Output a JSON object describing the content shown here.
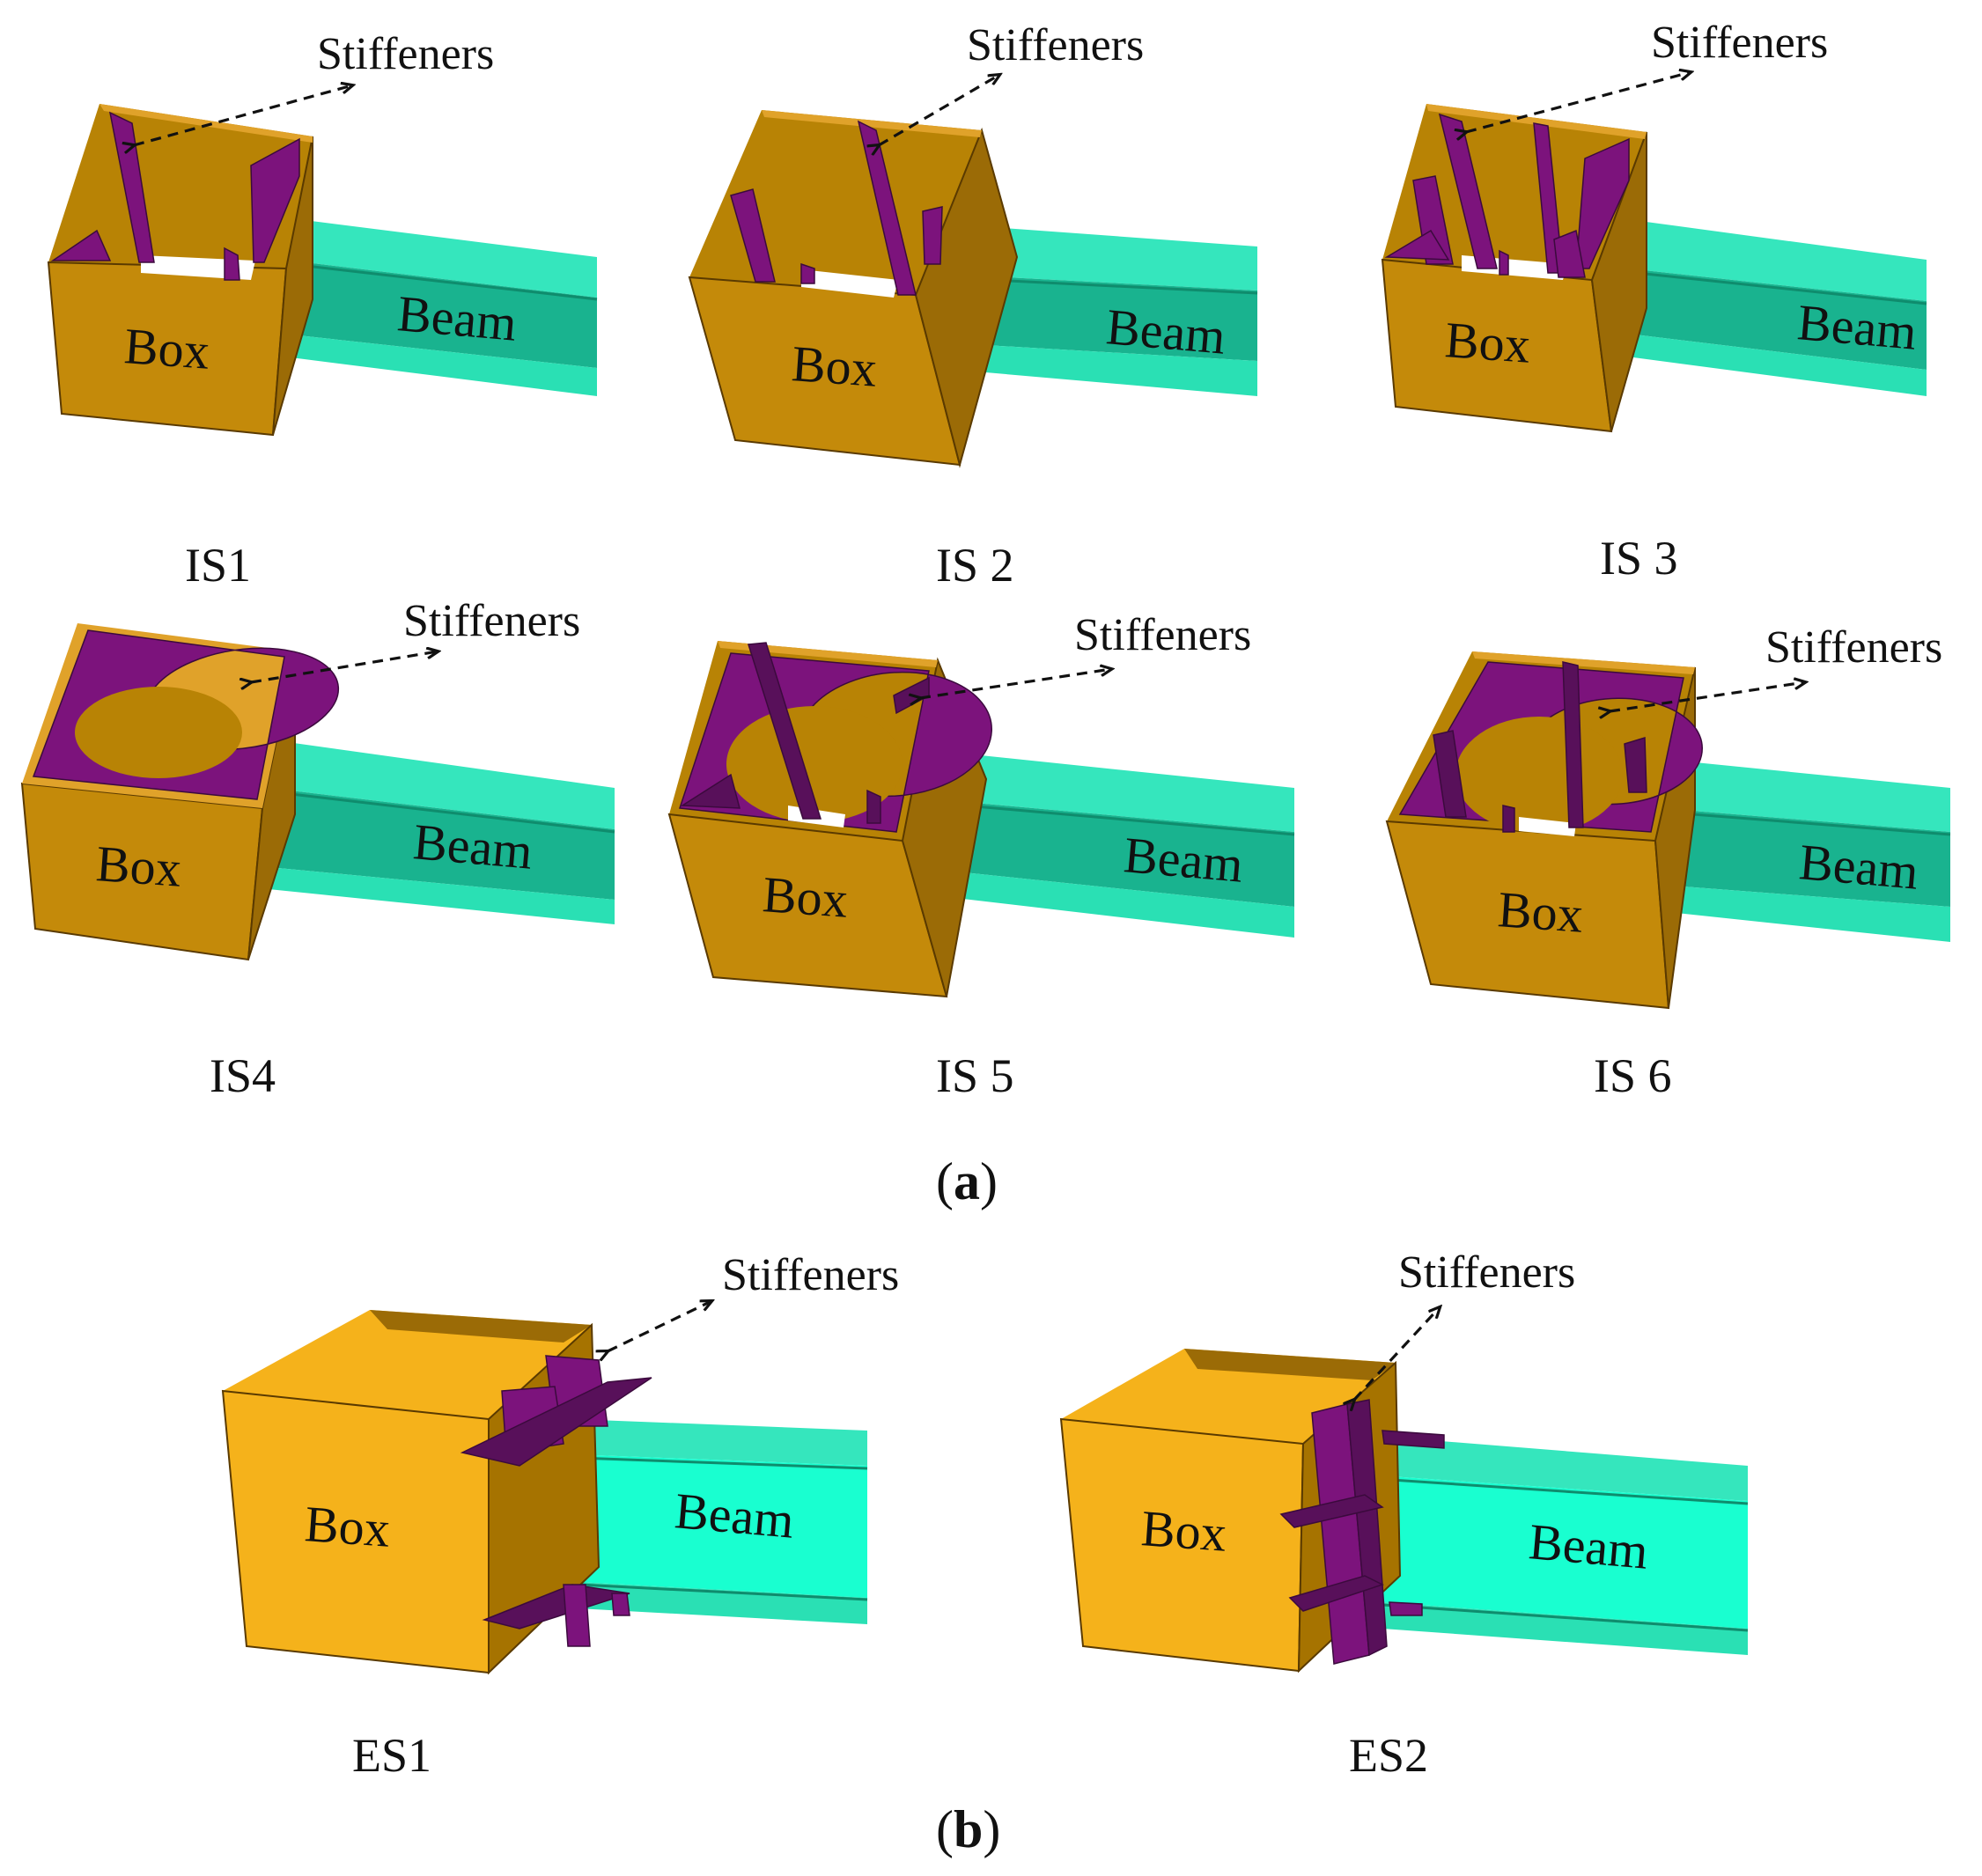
{
  "colors": {
    "box_front": "#c48a0a",
    "box_side": "#9b6b06",
    "box_inner": "#b88305",
    "box_front_ext": "#f5b21b",
    "box_side_ext": "#a67300",
    "stiffener": "#7c137c",
    "stiffener_dark": "#58105a",
    "beam_top": "#35e6bd",
    "beam_web": "#19b38f",
    "beam_flange": "#2ae0b4"
  },
  "labels": {
    "stiffeners": "Stiffeners",
    "box": "Box",
    "beam": "Beam"
  },
  "panels": {
    "a": {
      "letter": "a",
      "items": [
        {
          "caption": "IS1",
          "stiffener_type": "vertical plates"
        },
        {
          "caption": "IS 2",
          "stiffener_type": "vertical plates"
        },
        {
          "caption": "IS 3",
          "stiffener_type": "vertical plates"
        },
        {
          "caption": "IS4",
          "stiffener_type": "ring plate"
        },
        {
          "caption": "IS 5",
          "stiffener_type": "ring plate with ribs"
        },
        {
          "caption": "IS 6",
          "stiffener_type": "ring plate with ribs"
        }
      ]
    },
    "b": {
      "letter": "b",
      "items": [
        {
          "caption": "ES1",
          "stiffener_type": "external flange plates"
        },
        {
          "caption": "ES2",
          "stiffener_type": "external vertical plates"
        }
      ]
    }
  }
}
